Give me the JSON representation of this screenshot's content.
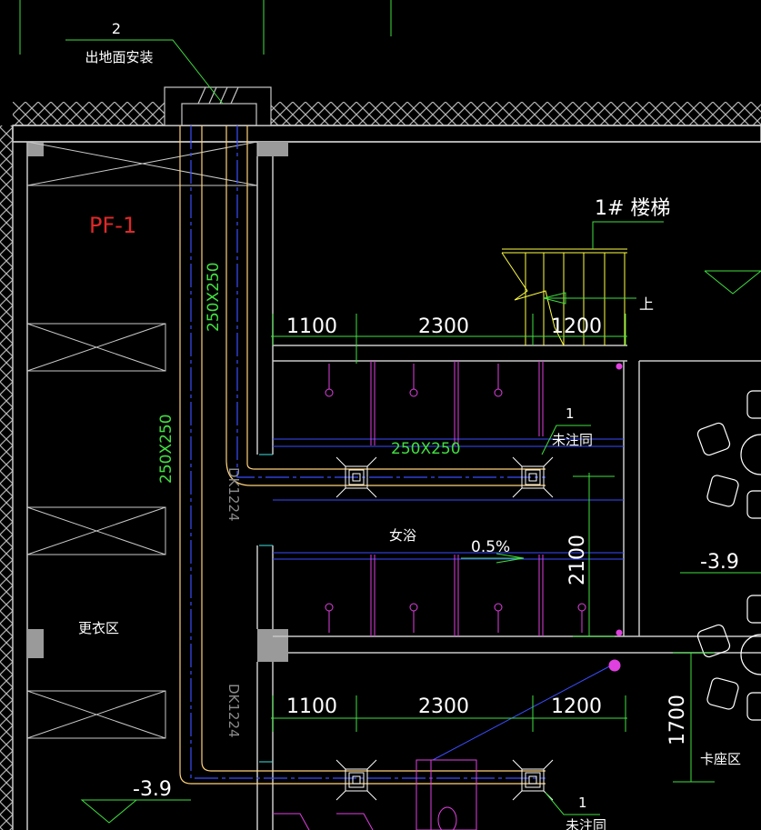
{
  "labels": {
    "callout_top_number": "2",
    "callout_top_text": "出地面安装",
    "fan_tag": "PF-1",
    "stair_label": "1# 楼梯",
    "stair_up": "上",
    "room_changing": "更衣区",
    "room_bath": "女浴",
    "room_seating": "卡座区",
    "duct_size_vertical_1": "250X250",
    "duct_size_vertical_2": "250X250",
    "duct_size_horizontal": "250X250",
    "duct_note_number": "1",
    "duct_note_text": "未注同",
    "duct_note_number_2": "1",
    "duct_note_text_2": "未注同",
    "slope": "0.5%",
    "door_tag_1": "DK1224",
    "door_tag_2": "DK1224",
    "elevation_left": "-3.9",
    "elevation_right": "-3.9",
    "dim_top_1": "1100",
    "dim_top_2": "2300",
    "dim_top_3": "1200",
    "dim_bottom_1": "1100",
    "dim_bottom_2": "2300",
    "dim_bottom_3": "1200",
    "dim_vertical_1": "2100",
    "dim_vertical_2": "1700"
  },
  "colors": {
    "background": "#000000",
    "wall": "#c8c8c8",
    "hatch": "#b4b4b4",
    "duct": "#ffd27a",
    "duct_centerline": "#3a4dff",
    "dimension": "#40e040",
    "dimension_text": "#ffffff",
    "equipment": "#e040e0",
    "stair": "#ffff40",
    "fan_tag": "#e02828",
    "annotation_green": "#40e040"
  }
}
